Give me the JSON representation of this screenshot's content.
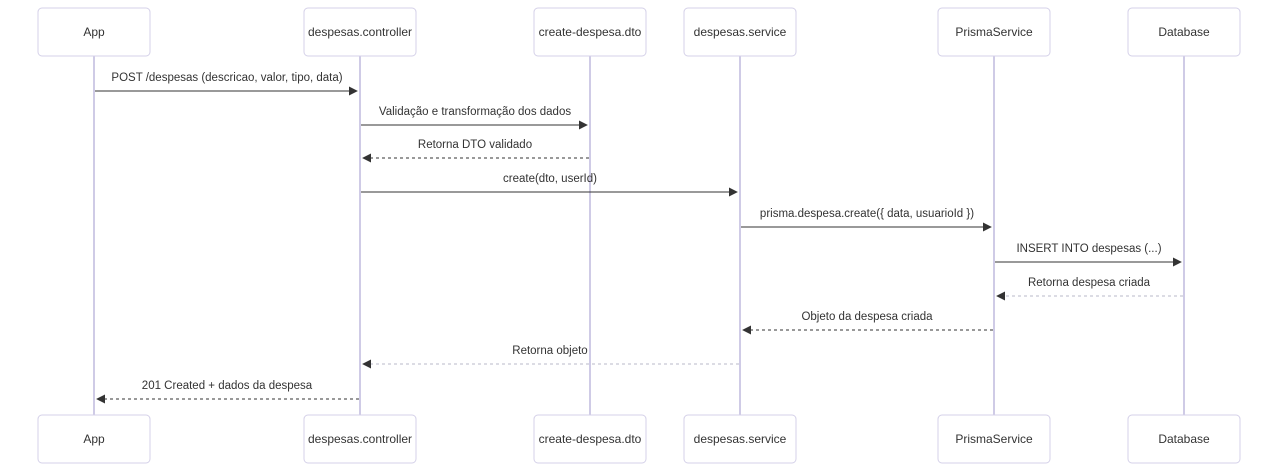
{
  "diagram": {
    "type": "sequence",
    "participants": [
      "App",
      "despesas.controller",
      "create-despesa.dto",
      "despesas.service",
      "PrismaService",
      "Database"
    ],
    "messages": [
      {
        "from": 0,
        "to": 1,
        "label": "POST /despesas (descricao, valor, tipo, data)",
        "style": "solid"
      },
      {
        "from": 1,
        "to": 2,
        "label": "Validação e transformação dos dados",
        "style": "solid"
      },
      {
        "from": 2,
        "to": 1,
        "label": "Retorna DTO validado",
        "style": "dashed"
      },
      {
        "from": 1,
        "to": 3,
        "label": "create(dto, userId)",
        "style": "solid"
      },
      {
        "from": 3,
        "to": 4,
        "label": "prisma.despesa.create({ data, usuarioId })",
        "style": "solid"
      },
      {
        "from": 4,
        "to": 5,
        "label": "INSERT INTO despesas (...)",
        "style": "solid"
      },
      {
        "from": 5,
        "to": 4,
        "label": "Retorna despesa criada",
        "style": "dashed-light"
      },
      {
        "from": 4,
        "to": 3,
        "label": "Objeto da despesa criada",
        "style": "dashed"
      },
      {
        "from": 3,
        "to": 1,
        "label": "Retorna objeto",
        "style": "dashed-light"
      },
      {
        "from": 1,
        "to": 0,
        "label": "201 Created + dados da despesa",
        "style": "dashed"
      }
    ]
  }
}
